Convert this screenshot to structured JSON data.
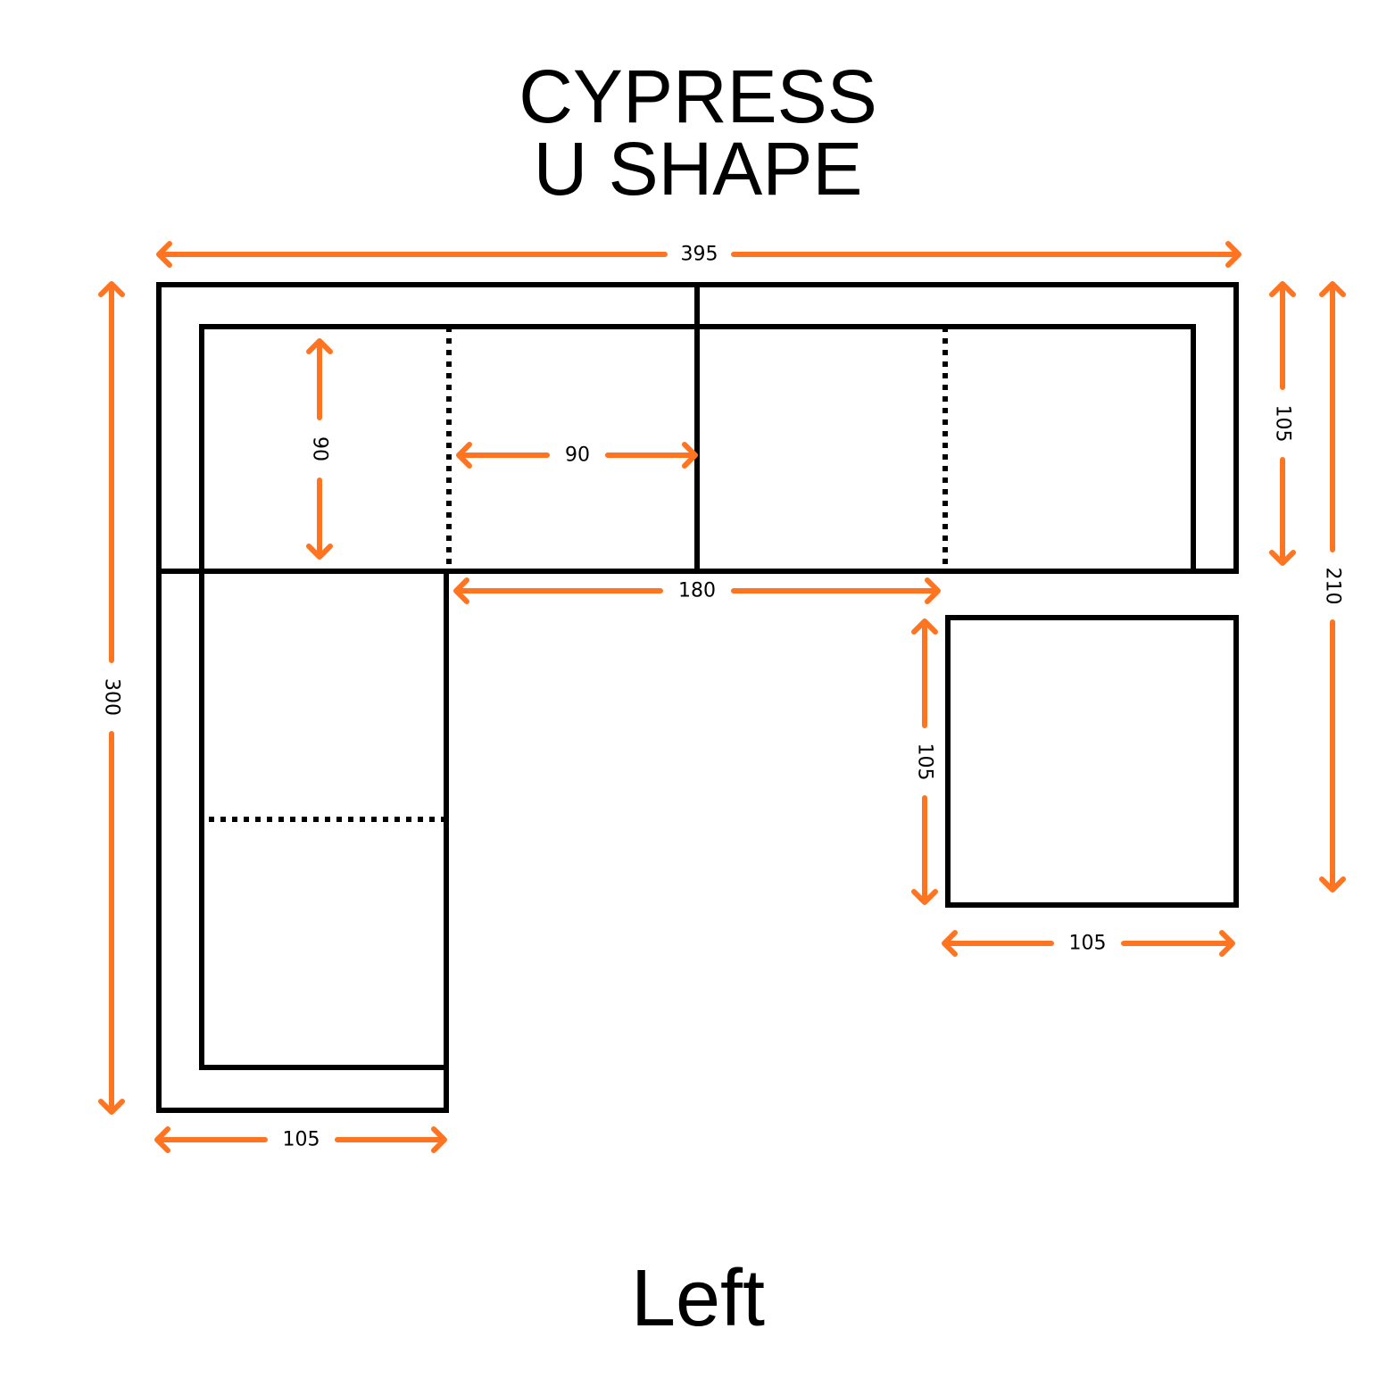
{
  "title": {
    "line1": "CYPRESS",
    "line2": "U SHAPE"
  },
  "subtitle": "Left",
  "dimensions": {
    "overall_width": "395",
    "overall_depth_left": "300",
    "seat_depth": "90",
    "seat_width": "90",
    "opening_width": "180",
    "back_section_depth": "105",
    "overall_depth_right": "210",
    "ottoman_depth": "105",
    "ottoman_width": "105",
    "chaise_width": "105"
  },
  "colors": {
    "dimension_arrow": "#FF7420",
    "outline": "#000000"
  }
}
